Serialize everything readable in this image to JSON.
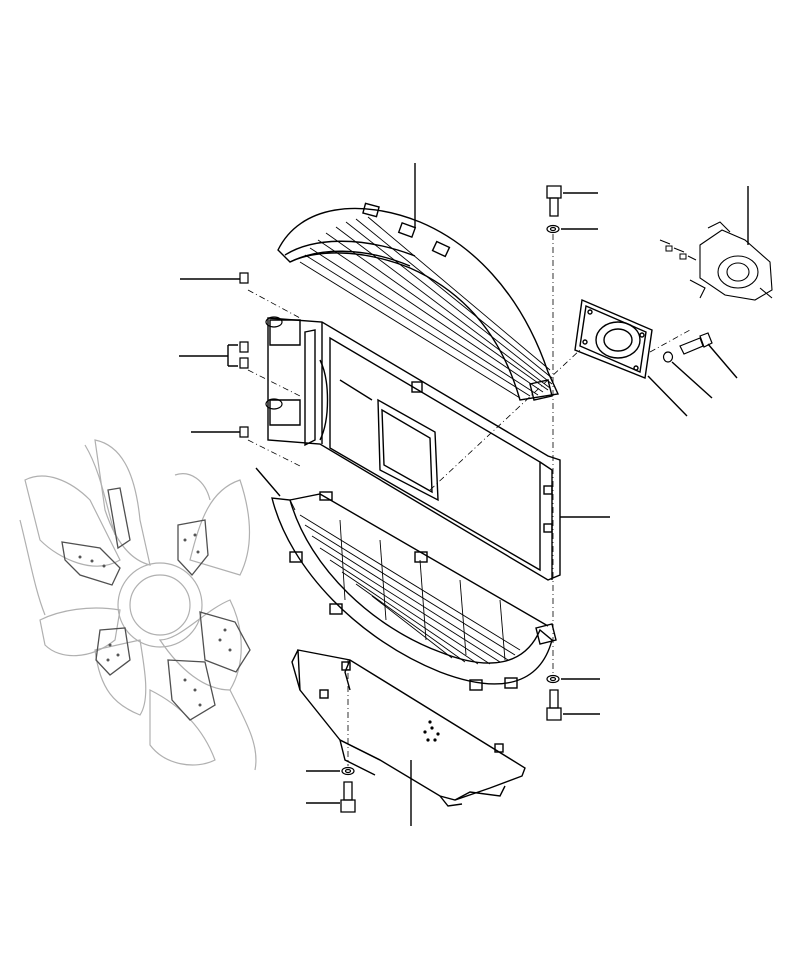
{
  "drawing": {
    "kind": "exploded parts diagram",
    "callouts_without_numbers": true,
    "line_color": "#000000",
    "ghost_color": "#b8b8b8",
    "background": "#ffffff"
  },
  "parts": [
    {
      "id": "upper-shroud-grille",
      "icon": "curved-grille"
    },
    {
      "id": "lower-shroud-grille",
      "icon": "curved-grille"
    },
    {
      "id": "radiator-frame",
      "icon": "rectangular-frame"
    },
    {
      "id": "bottom-guard-plate",
      "icon": "angled-plate"
    },
    {
      "id": "fan-blade-ghost",
      "icon": "fan-blades"
    },
    {
      "id": "mounting-plate",
      "icon": "square-plate"
    },
    {
      "id": "pump-assembly",
      "icon": "pump"
    },
    {
      "id": "bolt-top",
      "icon": "hex-bolt"
    },
    {
      "id": "washer-top",
      "icon": "washer"
    },
    {
      "id": "washer-lower-right",
      "icon": "washer"
    },
    {
      "id": "bolt-lower-right",
      "icon": "hex-bolt"
    },
    {
      "id": "washer-bottom",
      "icon": "washer"
    },
    {
      "id": "bolt-bottom",
      "icon": "hex-bolt"
    },
    {
      "id": "nut-top-left",
      "icon": "nut"
    },
    {
      "id": "nuts-pair-left",
      "icon": "nut"
    },
    {
      "id": "nut-lower-left",
      "icon": "nut"
    },
    {
      "id": "plate-bolt",
      "icon": "hex-bolt"
    },
    {
      "id": "plate-washer",
      "icon": "washer"
    }
  ]
}
